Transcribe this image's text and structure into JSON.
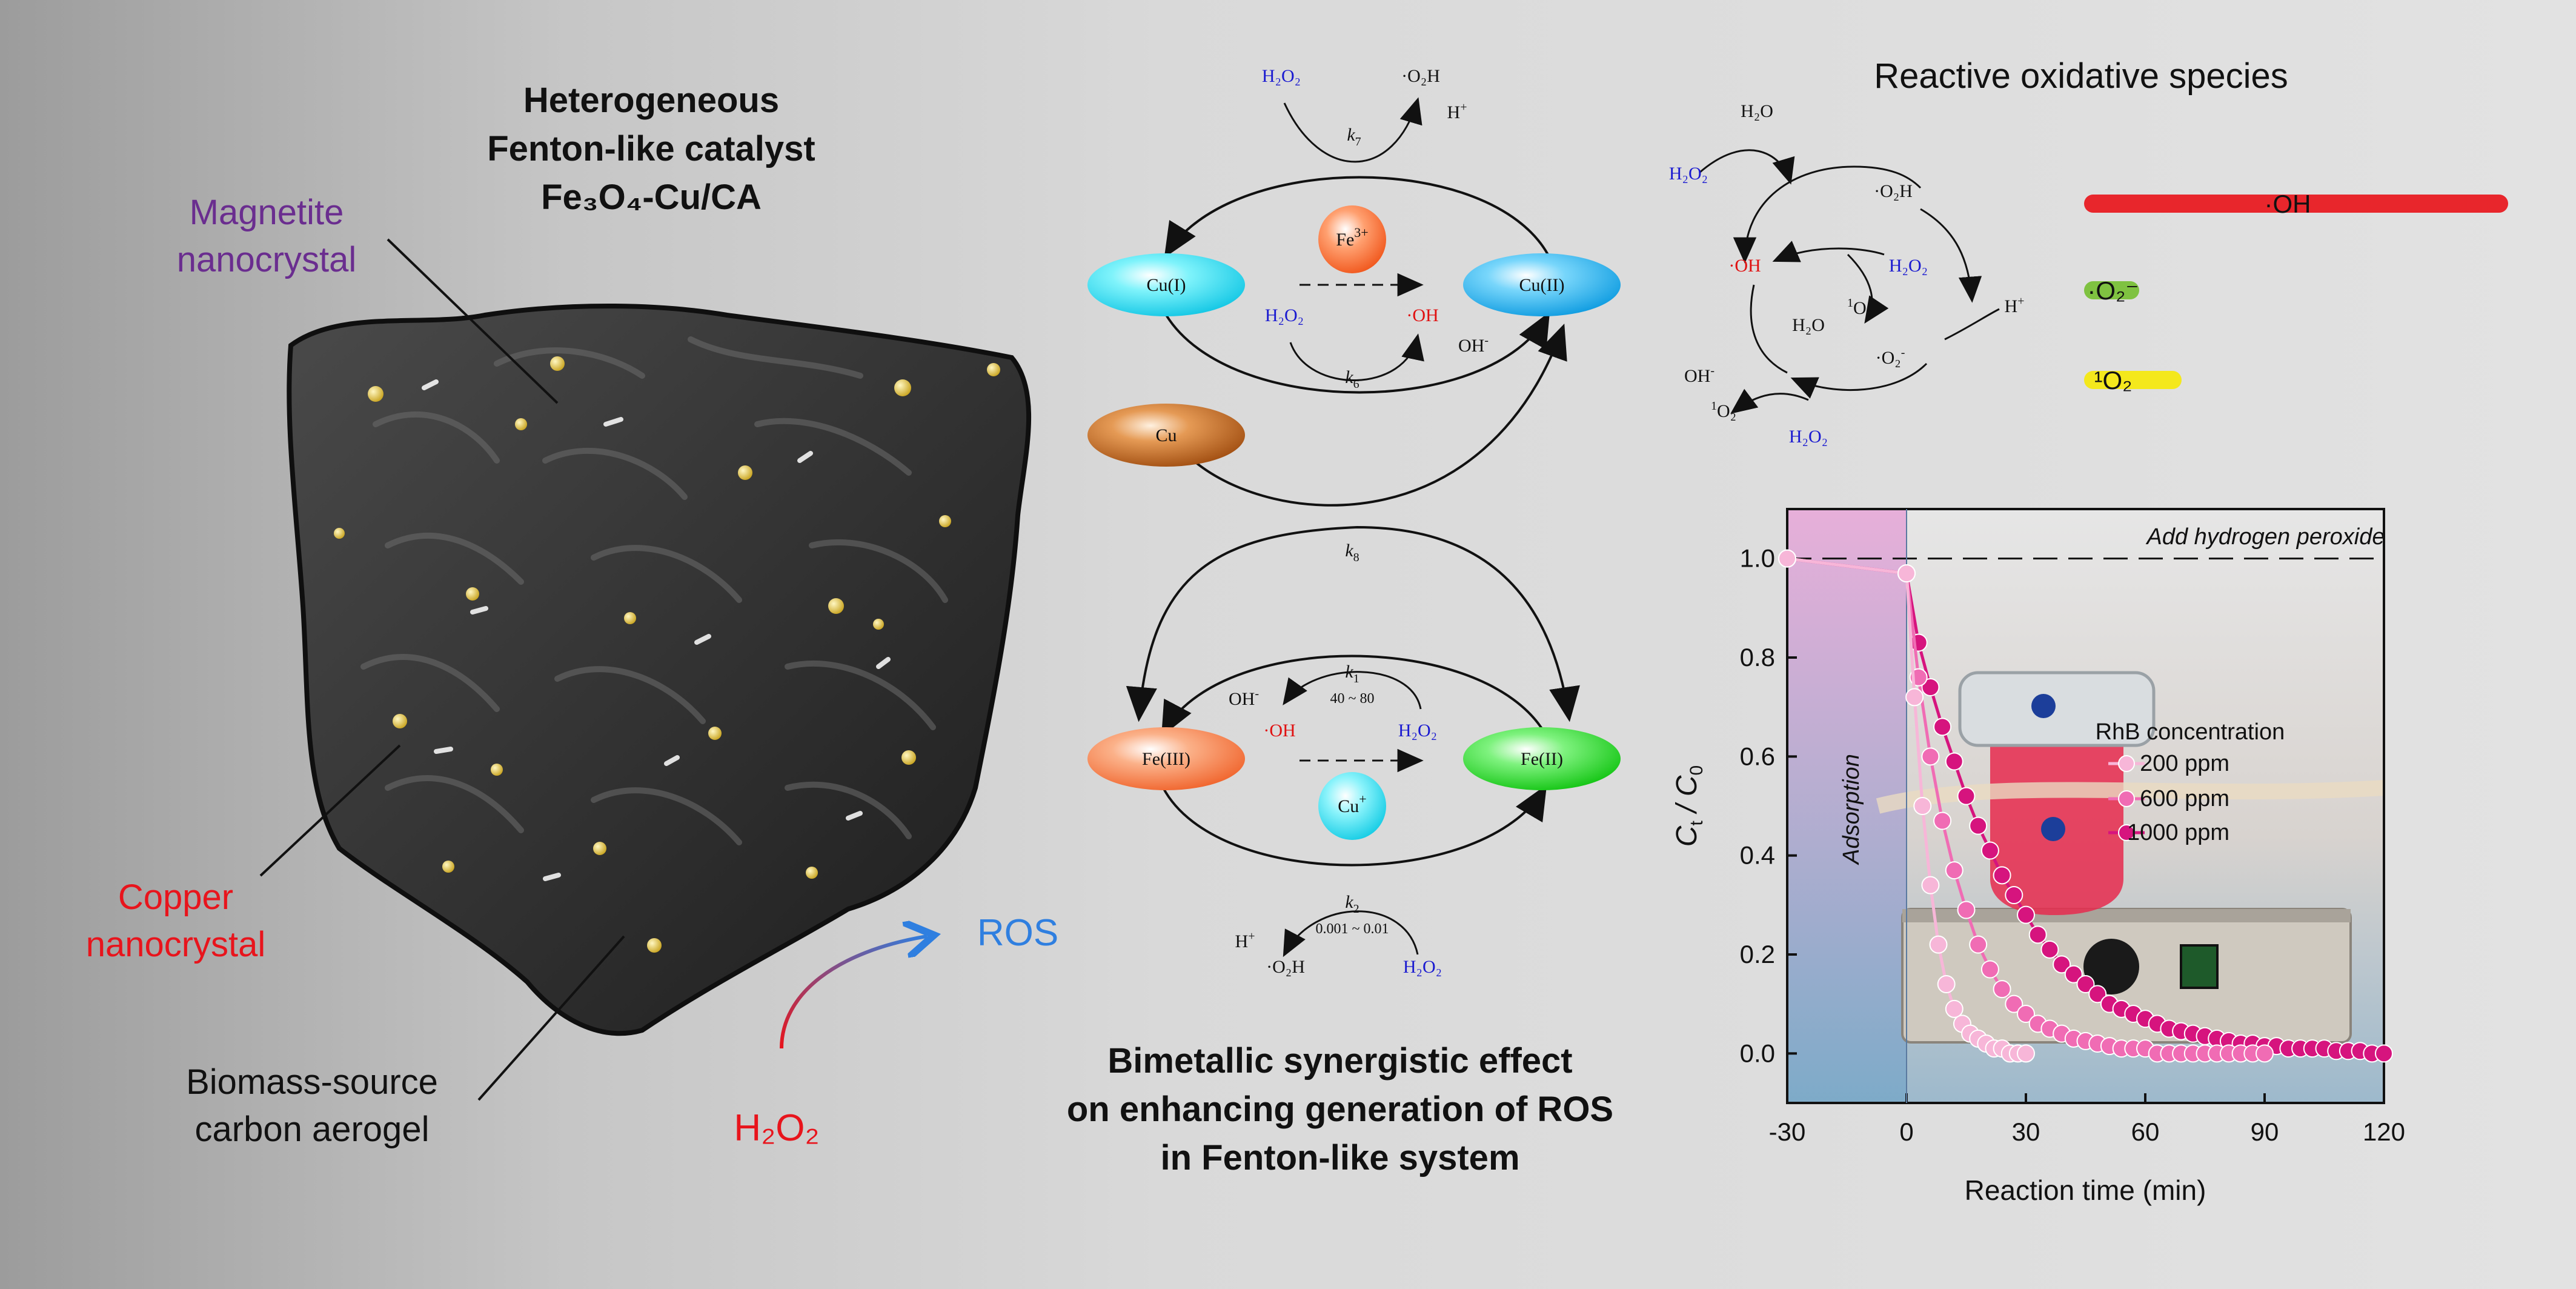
{
  "left_panel": {
    "title_line1": "Heterogeneous",
    "title_line2": "Fenton-like catalyst",
    "title_formula": "Fe₃O₄-Cu/CA",
    "label_magnetite_1": "Magnetite",
    "label_magnetite_2": "nanocrystal",
    "label_copper_1": "Copper",
    "label_copper_2": "nanocrystal",
    "label_biomass_1": "Biomass-source",
    "label_biomass_2": "carbon aerogel",
    "label_ros": "ROS",
    "label_h2o2": "H₂O₂",
    "colors": {
      "magnetite": "#6a2d8f",
      "copper": "#e8141c",
      "ros": "#2f7fe0",
      "h2o2": "#e8141c"
    }
  },
  "mechanism": {
    "nodes": {
      "cu_i": "Cu(I)",
      "cu_ii": "Cu(II)",
      "cu": "Cu",
      "fe_iii": "Fe(III)",
      "fe_ii": "Fe(II)",
      "fe3plus": "Fe",
      "fe3plus_sup": "3+",
      "cuplus": "Cu",
      "cuplus_sup": "+"
    },
    "species": {
      "h2o2": "H₂O₂",
      "o2h": "·O₂H",
      "hplus": "H",
      "hplus_sup": "+",
      "oh_radical": "·OH",
      "oh_minus": "OH",
      "oh_minus_sup": "-"
    },
    "rates": {
      "k7": "k",
      "k7_sub": "7",
      "k6": "k",
      "k6_sub": "6",
      "k8": "k",
      "k8_sub": "8",
      "k1": "k",
      "k1_sub": "1",
      "k1_range": "40 ~ 80",
      "k2": "k",
      "k2_sub": "2",
      "k2_range": "0.001 ~ 0.01"
    },
    "caption_line1": "Bimetallic synergistic effect",
    "caption_line2": "on enhancing generation of ROS",
    "caption_line3": "in Fenton-like system",
    "colors": {
      "cu_i": "#2ee0f0",
      "cu_ii": "#1eb8f0",
      "cu": "#c0661e",
      "fe_iii": "#f77f4a",
      "fe_ii": "#22dd22",
      "fe3plus": "#ff7a3a",
      "cuplus": "#3ae8f4",
      "species_blue": "#1a1ad0",
      "species_red": "#e01010"
    }
  },
  "ros_panel": {
    "title": "Reactive oxidative species",
    "cycle": {
      "h2o": "H₂O",
      "h2o2": "H₂O₂",
      "o2h": "·O₂H",
      "oh": "·OH",
      "h2o_inner": "H₂O",
      "singlet": "O₂",
      "singlet_sup": "1",
      "hplus": "H",
      "hplus_sup": "+",
      "superoxide": "·O₂",
      "superoxide_sup": "-",
      "oh_minus": "OH",
      "oh_minus_sup": "-"
    },
    "bars": [
      {
        "label": "·OH",
        "color": "#e8262c",
        "value": 1.0
      },
      {
        "label": "·O₂⁻",
        "color": "#7fc241",
        "value": 0.13
      },
      {
        "label": "¹O₂",
        "color": "#f4e81c",
        "value": 0.23
      }
    ]
  },
  "chart_data": {
    "type": "line",
    "xlabel": "Reaction time (min)",
    "ylabel": "C",
    "ylabel_t": "t",
    "ylabel_div": " / C",
    "ylabel_0": "0",
    "xlim": [
      -30,
      120
    ],
    "ylim": [
      -0.1,
      1.1
    ],
    "xticks": [
      "-30",
      "0",
      "30",
      "60",
      "90",
      "120"
    ],
    "yticks": [
      "0.0",
      "0.2",
      "0.4",
      "0.6",
      "0.8",
      "1.0"
    ],
    "annotation_top": "Add hydrogen peroxide",
    "annotation_adsorption": "Adsorption",
    "legend_title": "RhB concentration",
    "series": [
      {
        "name": "200 ppm",
        "color": "#f7b6d8",
        "x": [
          -30,
          0,
          2,
          4,
          6,
          8,
          10,
          12,
          14,
          16,
          18,
          20,
          22,
          24,
          26,
          28,
          30
        ],
        "y": [
          1.0,
          0.97,
          0.72,
          0.5,
          0.34,
          0.22,
          0.14,
          0.09,
          0.06,
          0.04,
          0.03,
          0.02,
          0.01,
          0.01,
          0.0,
          0.0,
          0.0
        ]
      },
      {
        "name": "600 ppm",
        "color": "#f06cb4",
        "x": [
          -30,
          0,
          3,
          6,
          9,
          12,
          15,
          18,
          21,
          24,
          27,
          30,
          33,
          36,
          39,
          42,
          45,
          48,
          51,
          54,
          57,
          60,
          63,
          66,
          69,
          72,
          75,
          78,
          81,
          84,
          87,
          90
        ],
        "y": [
          1.0,
          0.97,
          0.76,
          0.6,
          0.47,
          0.37,
          0.29,
          0.22,
          0.17,
          0.13,
          0.1,
          0.08,
          0.06,
          0.05,
          0.04,
          0.03,
          0.025,
          0.02,
          0.015,
          0.01,
          0.01,
          0.01,
          0.0,
          0.0,
          0.0,
          0.0,
          0.0,
          0.0,
          0.0,
          0.0,
          0.0,
          0.0
        ]
      },
      {
        "name": "1000 ppm",
        "color": "#d6147e",
        "x": [
          -30,
          0,
          3,
          6,
          9,
          12,
          15,
          18,
          21,
          24,
          27,
          30,
          33,
          36,
          39,
          42,
          45,
          48,
          51,
          54,
          57,
          60,
          63,
          66,
          69,
          72,
          75,
          78,
          81,
          84,
          87,
          90,
          93,
          96,
          99,
          102,
          105,
          108,
          111,
          114,
          117,
          120
        ],
        "y": [
          1.0,
          0.97,
          0.83,
          0.74,
          0.66,
          0.59,
          0.52,
          0.46,
          0.41,
          0.36,
          0.32,
          0.28,
          0.24,
          0.21,
          0.18,
          0.16,
          0.14,
          0.12,
          0.1,
          0.09,
          0.08,
          0.07,
          0.06,
          0.05,
          0.045,
          0.04,
          0.035,
          0.03,
          0.025,
          0.02,
          0.02,
          0.015,
          0.015,
          0.01,
          0.01,
          0.01,
          0.01,
          0.005,
          0.005,
          0.005,
          0.0,
          0.0
        ]
      }
    ]
  }
}
